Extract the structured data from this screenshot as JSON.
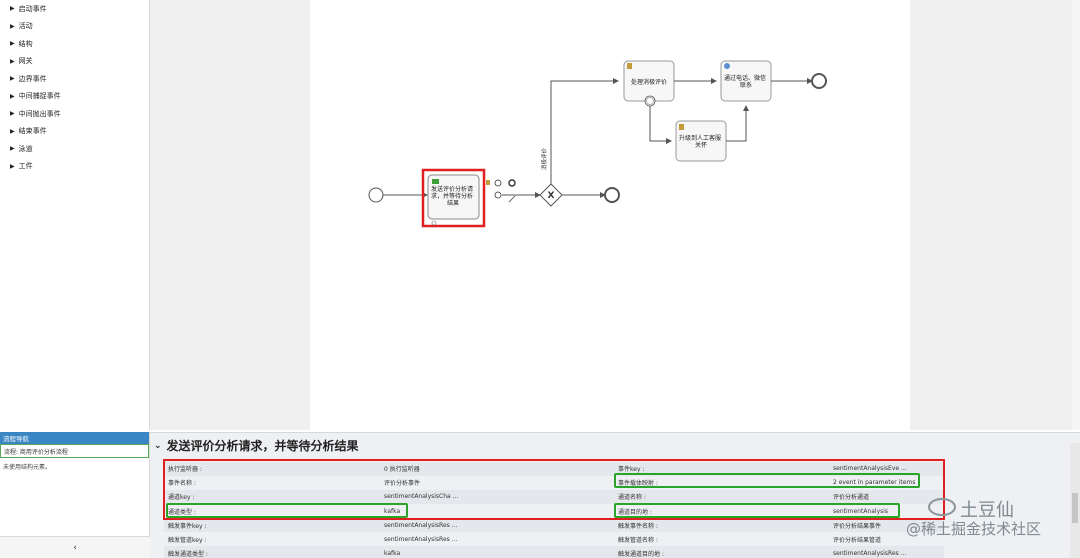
{
  "palette": {
    "items": [
      {
        "label": "启动事件"
      },
      {
        "label": "活动"
      },
      {
        "label": "结构"
      },
      {
        "label": "网关"
      },
      {
        "label": "边界事件"
      },
      {
        "label": "中间捕捉事件"
      },
      {
        "label": "中间抛出事件"
      },
      {
        "label": "结束事件"
      },
      {
        "label": "泳道"
      },
      {
        "label": "工件"
      }
    ]
  },
  "nav": {
    "title": "流程导航",
    "flow": "流程: 商用评价分析流程",
    "empty": "未使用结构元素。",
    "collapse": "‹"
  },
  "diagram": {
    "task_send": "发送评价分析请求，并等待分析结果",
    "task_handle": "处理消极评价",
    "task_phone": "通过电话、微信联系",
    "task_upgrade": "升级到人工客服关怀",
    "flow_label": "消极评价"
  },
  "props": {
    "title": "发送评价分析请求，并等待分析结果",
    "rows": [
      {
        "l1": "执行监听器 :",
        "v1": "0 执行监听器",
        "l2": "事件key :",
        "v2": "sentimentAnalysisEve ..."
      },
      {
        "l1": "事件名称 :",
        "v1": "评价分析事件",
        "l2": "事件载体映射 :",
        "v2": "2 event in parameter items"
      },
      {
        "l1": "通道key :",
        "v1": "sentimentAnalysisCha ...",
        "l2": "通道名称 :",
        "v2": "评价分析通道"
      },
      {
        "l1": "通道类型 :",
        "v1": "kafka",
        "l2": "通道目的地 :",
        "v2": "sentimentAnalysis"
      },
      {
        "l1": "触发事件key :",
        "v1": "sentimentAnalysisRes ...",
        "l2": "触发事件名称 :",
        "v2": "评价分析结果事件"
      },
      {
        "l1": "触发管道key :",
        "v1": "sentimentAnalysisRes ...",
        "l2": "触发管道名称 :",
        "v2": "评价分析结果管道"
      },
      {
        "l1": "触发通道类型 :",
        "v1": "kafka",
        "l2": "触发通道目的地 :",
        "v2": "sentimentAnalysisRes ..."
      }
    ]
  },
  "watermark": {
    "line1": "土豆仙",
    "line2": "@稀土掘金技术社区"
  },
  "colors": {
    "highlight_red": "#e02020",
    "highlight_green": "#2aa52a",
    "nav_blue": "#3a86c4"
  }
}
